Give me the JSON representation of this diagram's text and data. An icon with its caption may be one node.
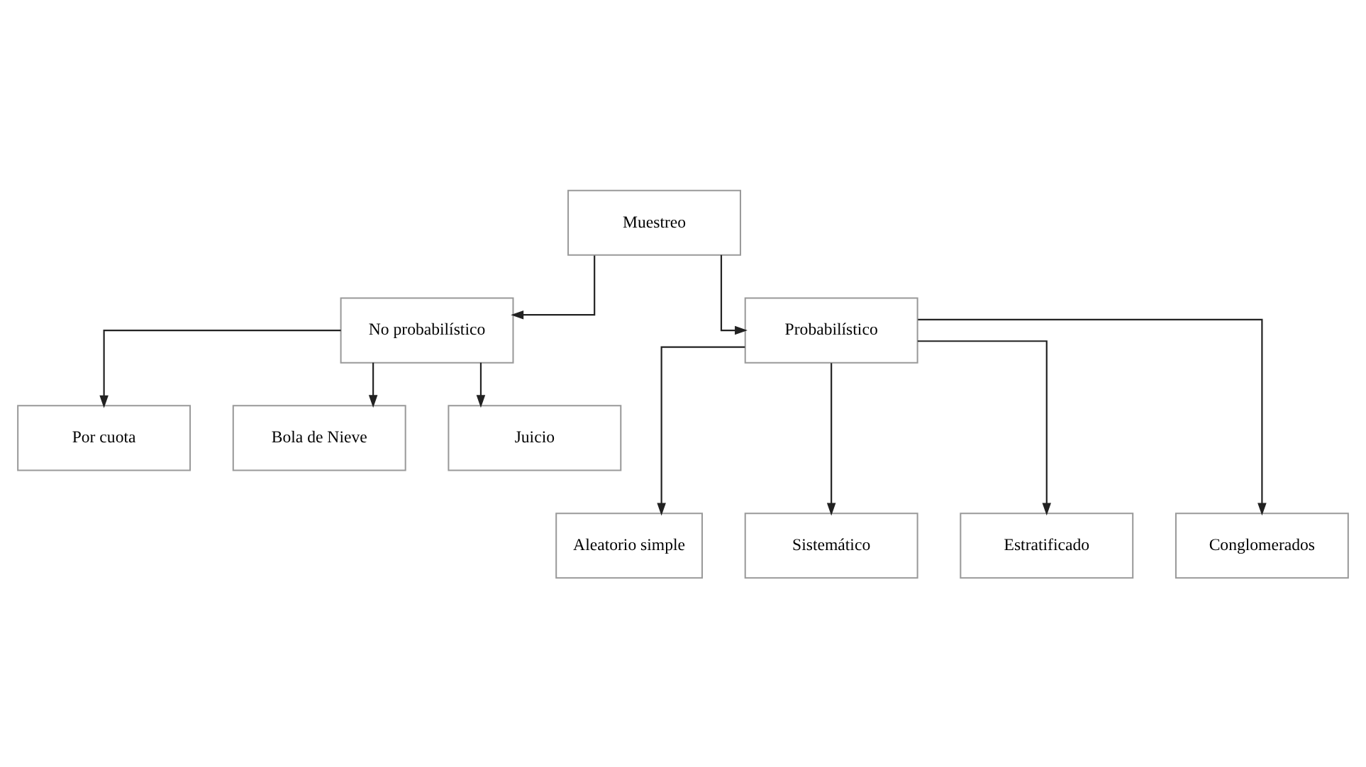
{
  "diagram": {
    "nodes": [
      {
        "text": [
          "Muestreo"
        ]
      },
      {
        "text": [
          "No probabilístico"
        ]
      },
      {
        "text": [
          "Probabilístico"
        ]
      },
      {
        "text": [
          "Por cuota"
        ]
      },
      {
        "text": [
          "Bola de Nieve"
        ]
      },
      {
        "text": [
          "Juicio"
        ]
      },
      {
        "text": [
          "Aleatorio simple"
        ]
      },
      {
        "text": [
          "Sistemático"
        ]
      },
      {
        "text": [
          "Estratificado"
        ]
      },
      {
        "text": [
          "Conglomerados"
        ]
      }
    ],
    "edges": [
      {
        "from": 0,
        "to": 1,
        "arrow": "to"
      },
      {
        "from": 0,
        "to": 2,
        "arrow": "to"
      },
      {
        "from": 1,
        "to": 3,
        "arrow": "to"
      },
      {
        "from": 1,
        "to": 4,
        "arrow": "to"
      },
      {
        "from": 1,
        "to": 5,
        "arrow": "to"
      },
      {
        "from": 2,
        "to": 6,
        "arrow": "to"
      },
      {
        "from": 2,
        "to": 7,
        "arrow": "to"
      },
      {
        "from": 2,
        "to": 8,
        "arrow": "to"
      },
      {
        "from": 2,
        "to": 9,
        "arrow": "to"
      }
    ]
  }
}
